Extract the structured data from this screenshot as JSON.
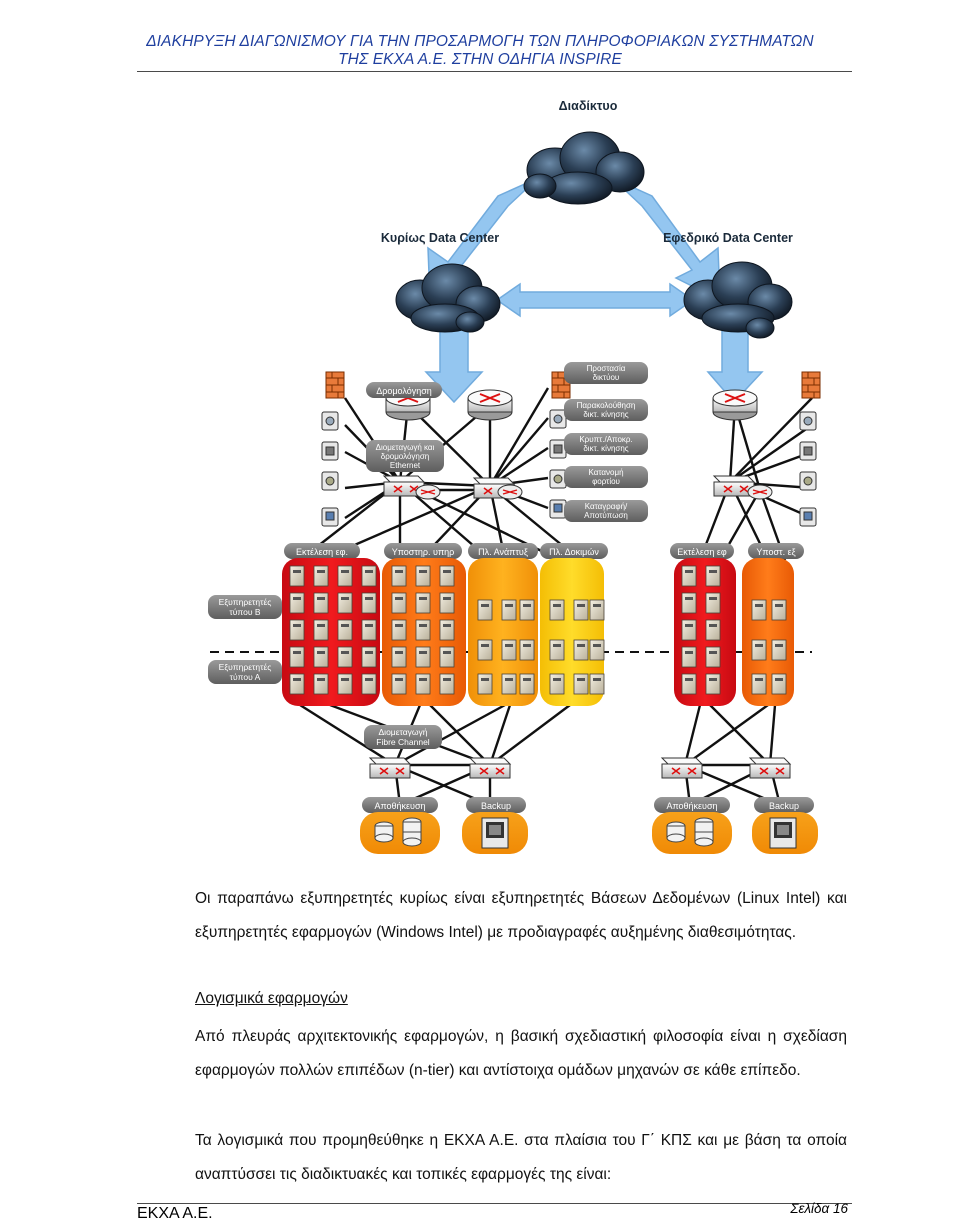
{
  "header": {
    "line1": "ΔΙΑΚΗΡΥΞΗ ΔΙΑΓΩΝΙΣΜΟΥ ΓΙΑ ΤΗΝ ΠΡΟΣΑΡΜΟΓΗ ΤΩΝ ΠΛΗΡΟΦΟΡΙΑΚΩΝ ΣΥΣΤΗΜΑΤΩΝ",
    "line2": "ΤΗΣ ΕΚΧΑ Α.Ε. ΣΤΗΝ ΟΔΗΓΙΑ INSPIRE"
  },
  "diagram": {
    "internet": "Διαδίκτυο",
    "main_dc": "Κυρίως Data Center",
    "backup_dc": "Εφεδρικό Data Center",
    "routing": "Δρομολόγηση",
    "ethernet_switching": [
      "Διομεταγωγή και",
      "δρομολόγηση",
      "Ethernet"
    ],
    "services": [
      [
        "Προστασία",
        "δικτύου"
      ],
      [
        "Παρακολούθηση",
        "δικτ. κίνησης"
      ],
      [
        "Κρυπτ./Αποκρ.",
        "δικτ. κίνησης"
      ],
      [
        "Κατανομή",
        "φορτίου"
      ],
      [
        "Καταγραφή/",
        "Αποτύπωση"
      ]
    ],
    "columns": [
      "Εκτέλεση εφ.",
      "Υποστηρ. υπηρ",
      "Πλ. Ανάπτυξ",
      "Πλ. Δοκιμών"
    ],
    "backup_columns": [
      "Εκτέλεση εφ",
      "Υποστ. εξ"
    ],
    "clients": [
      [
        "Εξυπηρετητές",
        "τύπου Β"
      ],
      [
        "Εξυπηρετητές",
        "τύπου Α"
      ]
    ],
    "fc_switching": [
      "Διομεταγωγή",
      "Fibre Channel"
    ],
    "storage": "Αποθήκευση",
    "backup": "Backup",
    "colors": {
      "red": "#e4101a",
      "orange": "#f26a0a",
      "amber": "#f5a30a",
      "yellow": "#f7cd10",
      "arrow": "#8fc3f0",
      "pill": "#7a7a7a"
    }
  },
  "body": {
    "p1": "Οι παραπάνω εξυπηρετητές κυρίως είναι εξυπηρετητές Βάσεων Δεδομένων (Linux Intel) και εξυπηρετητές εφαρμογών (Windows Intel) με προδιαγραφές αυξημένης διαθεσιμότητας.",
    "subheading": "Λογισμικά εφαρμογών",
    "p2": "Από πλευράς αρχιτεκτονικής εφαρμογών, η βασική σχεδιαστική φιλοσοφία είναι η σχεδίαση εφαρμογών πολλών επιπέδων (n-tier) και αντίστοιχα ομάδων μηχανών σε κάθε επίπεδο.",
    "p3": "Τα λογισμικά που προμηθεύθηκε η ΕΚΧΑ Α.Ε. στα πλαίσια του Γ΄ ΚΠΣ και με βάση τα οποία αναπτύσσει τις διαδικτυακές και τοπικές εφαρμογές της είναι:"
  },
  "footer": {
    "left": "ΕΚΧΑ Α.Ε.",
    "right": "Σελίδα 16"
  }
}
